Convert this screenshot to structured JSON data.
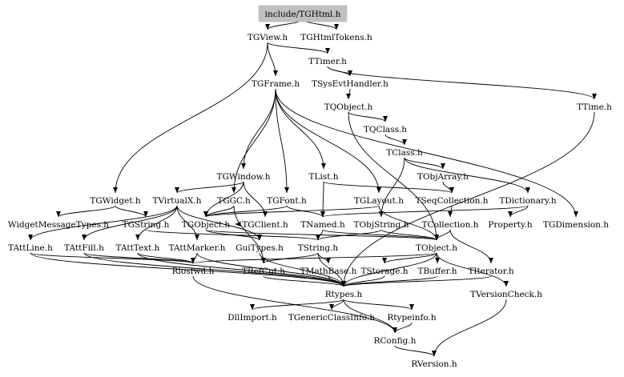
{
  "title": "include/TGHtml.h",
  "nodes": [
    {
      "id": "root",
      "label": "include/TGHtml.h"
    },
    {
      "id": "TGView",
      "label": "TGView.h"
    },
    {
      "id": "TGHtmlTokens",
      "label": "TGHtmlTokens.h"
    },
    {
      "id": "TTimer",
      "label": "TTimer.h"
    },
    {
      "id": "TGFrame",
      "label": "TGFrame.h"
    },
    {
      "id": "TSysEvtHandler",
      "label": "TSysEvtHandler.h"
    },
    {
      "id": "TQObject",
      "label": "TQObject.h"
    },
    {
      "id": "TTime",
      "label": "TTime.h"
    },
    {
      "id": "TQClass",
      "label": "TQClass.h"
    },
    {
      "id": "TClass",
      "label": "TClass.h"
    },
    {
      "id": "TObjArray",
      "label": "TObjArray.h"
    },
    {
      "id": "TGWindow",
      "label": "TGWindow.h"
    },
    {
      "id": "TList",
      "label": "TList.h"
    },
    {
      "id": "TGWidget",
      "label": "TGWidget.h"
    },
    {
      "id": "TVirtualX",
      "label": "TVirtualX.h"
    },
    {
      "id": "TGGC",
      "label": "TGGC.h"
    },
    {
      "id": "TGFont",
      "label": "TGFont.h"
    },
    {
      "id": "TGLayout",
      "label": "TGLayout.h"
    },
    {
      "id": "TSeqCollection",
      "label": "TSeqCollection.h"
    },
    {
      "id": "TDictionary",
      "label": "TDictionary.h"
    },
    {
      "id": "WidgetMessageTypes",
      "label": "WidgetMessageTypes.h"
    },
    {
      "id": "TGString",
      "label": "TGString.h"
    },
    {
      "id": "TGObject",
      "label": "TGObject.h"
    },
    {
      "id": "TGClient",
      "label": "TGClient.h"
    },
    {
      "id": "TNamed",
      "label": "TNamed.h"
    },
    {
      "id": "TObjString",
      "label": "TObjString.h"
    },
    {
      "id": "TCollection",
      "label": "TCollection.h"
    },
    {
      "id": "Property",
      "label": "Property.h"
    },
    {
      "id": "TGDimension",
      "label": "TGDimension.h"
    },
    {
      "id": "TAttLine",
      "label": "TAttLine.h"
    },
    {
      "id": "TAttFill",
      "label": "TAttFill.h"
    },
    {
      "id": "TAttText",
      "label": "TAttText.h"
    },
    {
      "id": "TAttMarker",
      "label": "TAttMarker.h"
    },
    {
      "id": "GuiTypes",
      "label": "GuiTypes.h"
    },
    {
      "id": "TString",
      "label": "TString.h"
    },
    {
      "id": "TObject",
      "label": "TObject.h"
    },
    {
      "id": "Riosfwd",
      "label": "Riosfwd.h"
    },
    {
      "id": "TRefCnt",
      "label": "TRefCnt.h"
    },
    {
      "id": "TMathBase",
      "label": "TMathBase.h"
    },
    {
      "id": "TStorage",
      "label": "TStorage.h"
    },
    {
      "id": "TBuffer",
      "label": "TBuffer.h"
    },
    {
      "id": "TIterator",
      "label": "TIterator.h"
    },
    {
      "id": "TVersionCheck",
      "label": "TVersionCheck.h"
    },
    {
      "id": "Rtypes",
      "label": "Rtypes.h"
    },
    {
      "id": "DllImport",
      "label": "DllImport.h"
    },
    {
      "id": "TGenericClassInfo",
      "label": "TGenericClassInfo.h"
    },
    {
      "id": "Rtypeinfo",
      "label": "Rtypeinfo.h"
    },
    {
      "id": "RConfig",
      "label": "RConfig.h"
    },
    {
      "id": "RVersion",
      "label": "RVersion.h"
    }
  ],
  "edges": [
    [
      "root",
      "TGView"
    ],
    [
      "root",
      "TGHtmlTokens"
    ],
    [
      "TGView",
      "TGFrame"
    ],
    [
      "TGView",
      "TGWidget"
    ],
    [
      "TGView",
      "TTimer"
    ],
    [
      "TTimer",
      "TSysEvtHandler"
    ],
    [
      "TTimer",
      "TTime"
    ],
    [
      "TSysEvtHandler",
      "TQObject"
    ],
    [
      "TGFrame",
      "TGWindow"
    ],
    [
      "TGFrame",
      "TGLayout"
    ],
    [
      "TGFrame",
      "TList"
    ],
    [
      "TGFrame",
      "TGFont"
    ],
    [
      "TGFrame",
      "TGGC"
    ],
    [
      "TGFrame",
      "TGDimension"
    ],
    [
      "TQObject",
      "TQClass"
    ],
    [
      "TQObject",
      "TObject"
    ],
    [
      "TQClass",
      "TClass"
    ],
    [
      "TClass",
      "TObjArray"
    ],
    [
      "TClass",
      "TDictionary"
    ],
    [
      "TClass",
      "TObjString"
    ],
    [
      "TObjArray",
      "TSeqCollection"
    ],
    [
      "TSeqCollection",
      "TCollection"
    ],
    [
      "TDictionary",
      "TNamed"
    ],
    [
      "TDictionary",
      "Property"
    ],
    [
      "TGWindow",
      "TGObject"
    ],
    [
      "TGWindow",
      "TVirtualX"
    ],
    [
      "TGWindow",
      "TGClient"
    ],
    [
      "TList",
      "TSeqCollection"
    ],
    [
      "TList",
      "TNamed"
    ],
    [
      "TGWidget",
      "WidgetMessageTypes"
    ],
    [
      "TGWidget",
      "TGString"
    ],
    [
      "TVirtualX",
      "TAttLine"
    ],
    [
      "TVirtualX",
      "TAttFill"
    ],
    [
      "TVirtualX",
      "TAttText"
    ],
    [
      "TVirtualX",
      "TAttMarker"
    ],
    [
      "TVirtualX",
      "GuiTypes"
    ],
    [
      "TGGC",
      "TGObject"
    ],
    [
      "TGGC",
      "TRefCnt"
    ],
    [
      "TGFont",
      "TNamed"
    ],
    [
      "TGFont",
      "TGObject"
    ],
    [
      "TGLayout",
      "TGObject"
    ],
    [
      "TGLayout",
      "TObject"
    ],
    [
      "TGString",
      "TString"
    ],
    [
      "TGObject",
      "TObject"
    ],
    [
      "TGObject",
      "GuiTypes"
    ],
    [
      "TGClient",
      "TGObject"
    ],
    [
      "TNamed",
      "TString"
    ],
    [
      "TNamed",
      "TObject"
    ],
    [
      "TObjString",
      "TString"
    ],
    [
      "TObjString",
      "TObject"
    ],
    [
      "TCollection",
      "TObject"
    ],
    [
      "TCollection",
      "TIterator"
    ],
    [
      "TObject",
      "Rtypes"
    ],
    [
      "TObject",
      "TStorage"
    ],
    [
      "TObject",
      "TVersionCheck"
    ],
    [
      "TObject",
      "TBuffer"
    ],
    [
      "TObject",
      "Riosfwd"
    ],
    [
      "TTime",
      "Rtypes"
    ],
    [
      "TAttLine",
      "Rtypes"
    ],
    [
      "TAttLine",
      "Riosfwd"
    ],
    [
      "TAttFill",
      "Rtypes"
    ],
    [
      "TAttFill",
      "Riosfwd"
    ],
    [
      "TAttText",
      "Rtypes"
    ],
    [
      "TAttText",
      "Riosfwd"
    ],
    [
      "TAttMarker",
      "Rtypes"
    ],
    [
      "TAttMarker",
      "Riosfwd"
    ],
    [
      "GuiTypes",
      "Rtypes"
    ],
    [
      "TString",
      "TRefCnt"
    ],
    [
      "TString",
      "TMathBase"
    ],
    [
      "TString",
      "Rtypes"
    ],
    [
      "TStorage",
      "Rtypes"
    ],
    [
      "TBuffer",
      "Rtypes"
    ],
    [
      "TIterator",
      "Rtypes"
    ],
    [
      "TMathBase",
      "Rtypes"
    ],
    [
      "TRefCnt",
      "Rtypes"
    ],
    [
      "TVersionCheck",
      "RVersion"
    ],
    [
      "Riosfwd",
      "RConfig"
    ],
    [
      "Rtypes",
      "DllImport"
    ],
    [
      "Rtypes",
      "TGenericClassInfo"
    ],
    [
      "Rtypes",
      "Rtypeinfo"
    ],
    [
      "Rtypes",
      "RConfig"
    ],
    [
      "Rtypeinfo",
      "RConfig"
    ],
    [
      "RConfig",
      "RVersion"
    ]
  ]
}
